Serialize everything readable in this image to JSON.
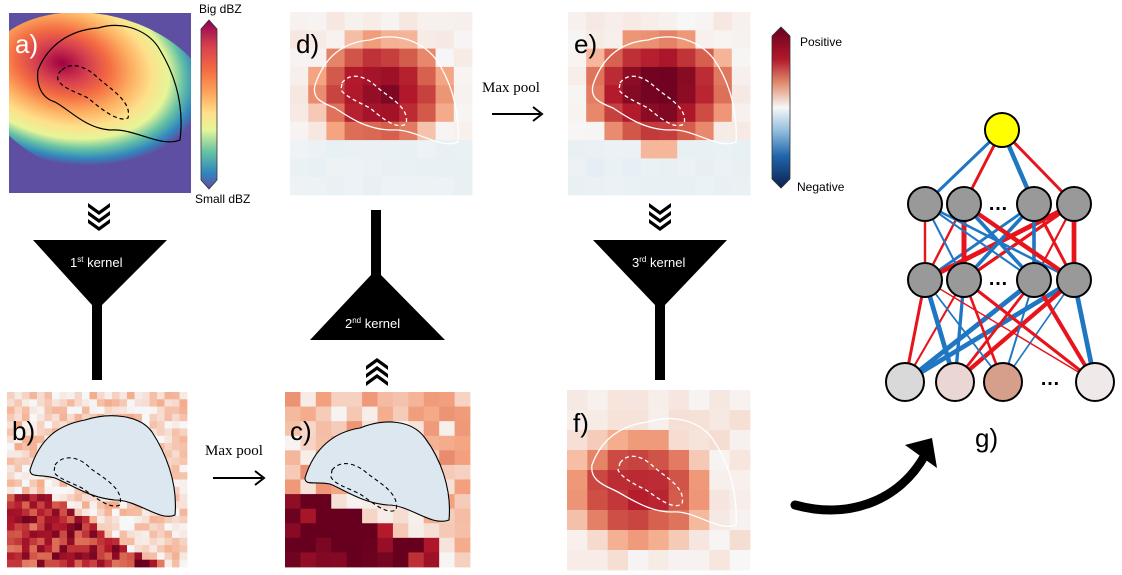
{
  "panels": {
    "a": "a)",
    "b": "b)",
    "c": "c)",
    "d": "d)",
    "e": "e)",
    "f": "f)",
    "g": "g)"
  },
  "reflectivity_colorbar": {
    "top_label": "Big dBZ",
    "bottom_label": "Small dBZ"
  },
  "saliency_colorbar": {
    "top_label": "Positive",
    "bottom_label": "Negative"
  },
  "kernels": {
    "first": {
      "prefix": "1",
      "suffix": "st",
      "word": " kernel"
    },
    "second": {
      "prefix": "2",
      "suffix": "nd",
      "word": " kernel"
    },
    "third": {
      "prefix": "3",
      "suffix": "rd",
      "word": " kernel"
    }
  },
  "pool_labels": {
    "top": "Max pool",
    "bottom": "Max pool"
  },
  "network": {
    "hidden_ellipsis": "…",
    "input_ellipsis": "…"
  },
  "colors": {
    "positive_red": "#e8141c",
    "negative_blue": "#1f77c4",
    "output_node": "#ffff00",
    "hidden_node": "#999999",
    "funnel": "#000000"
  }
}
